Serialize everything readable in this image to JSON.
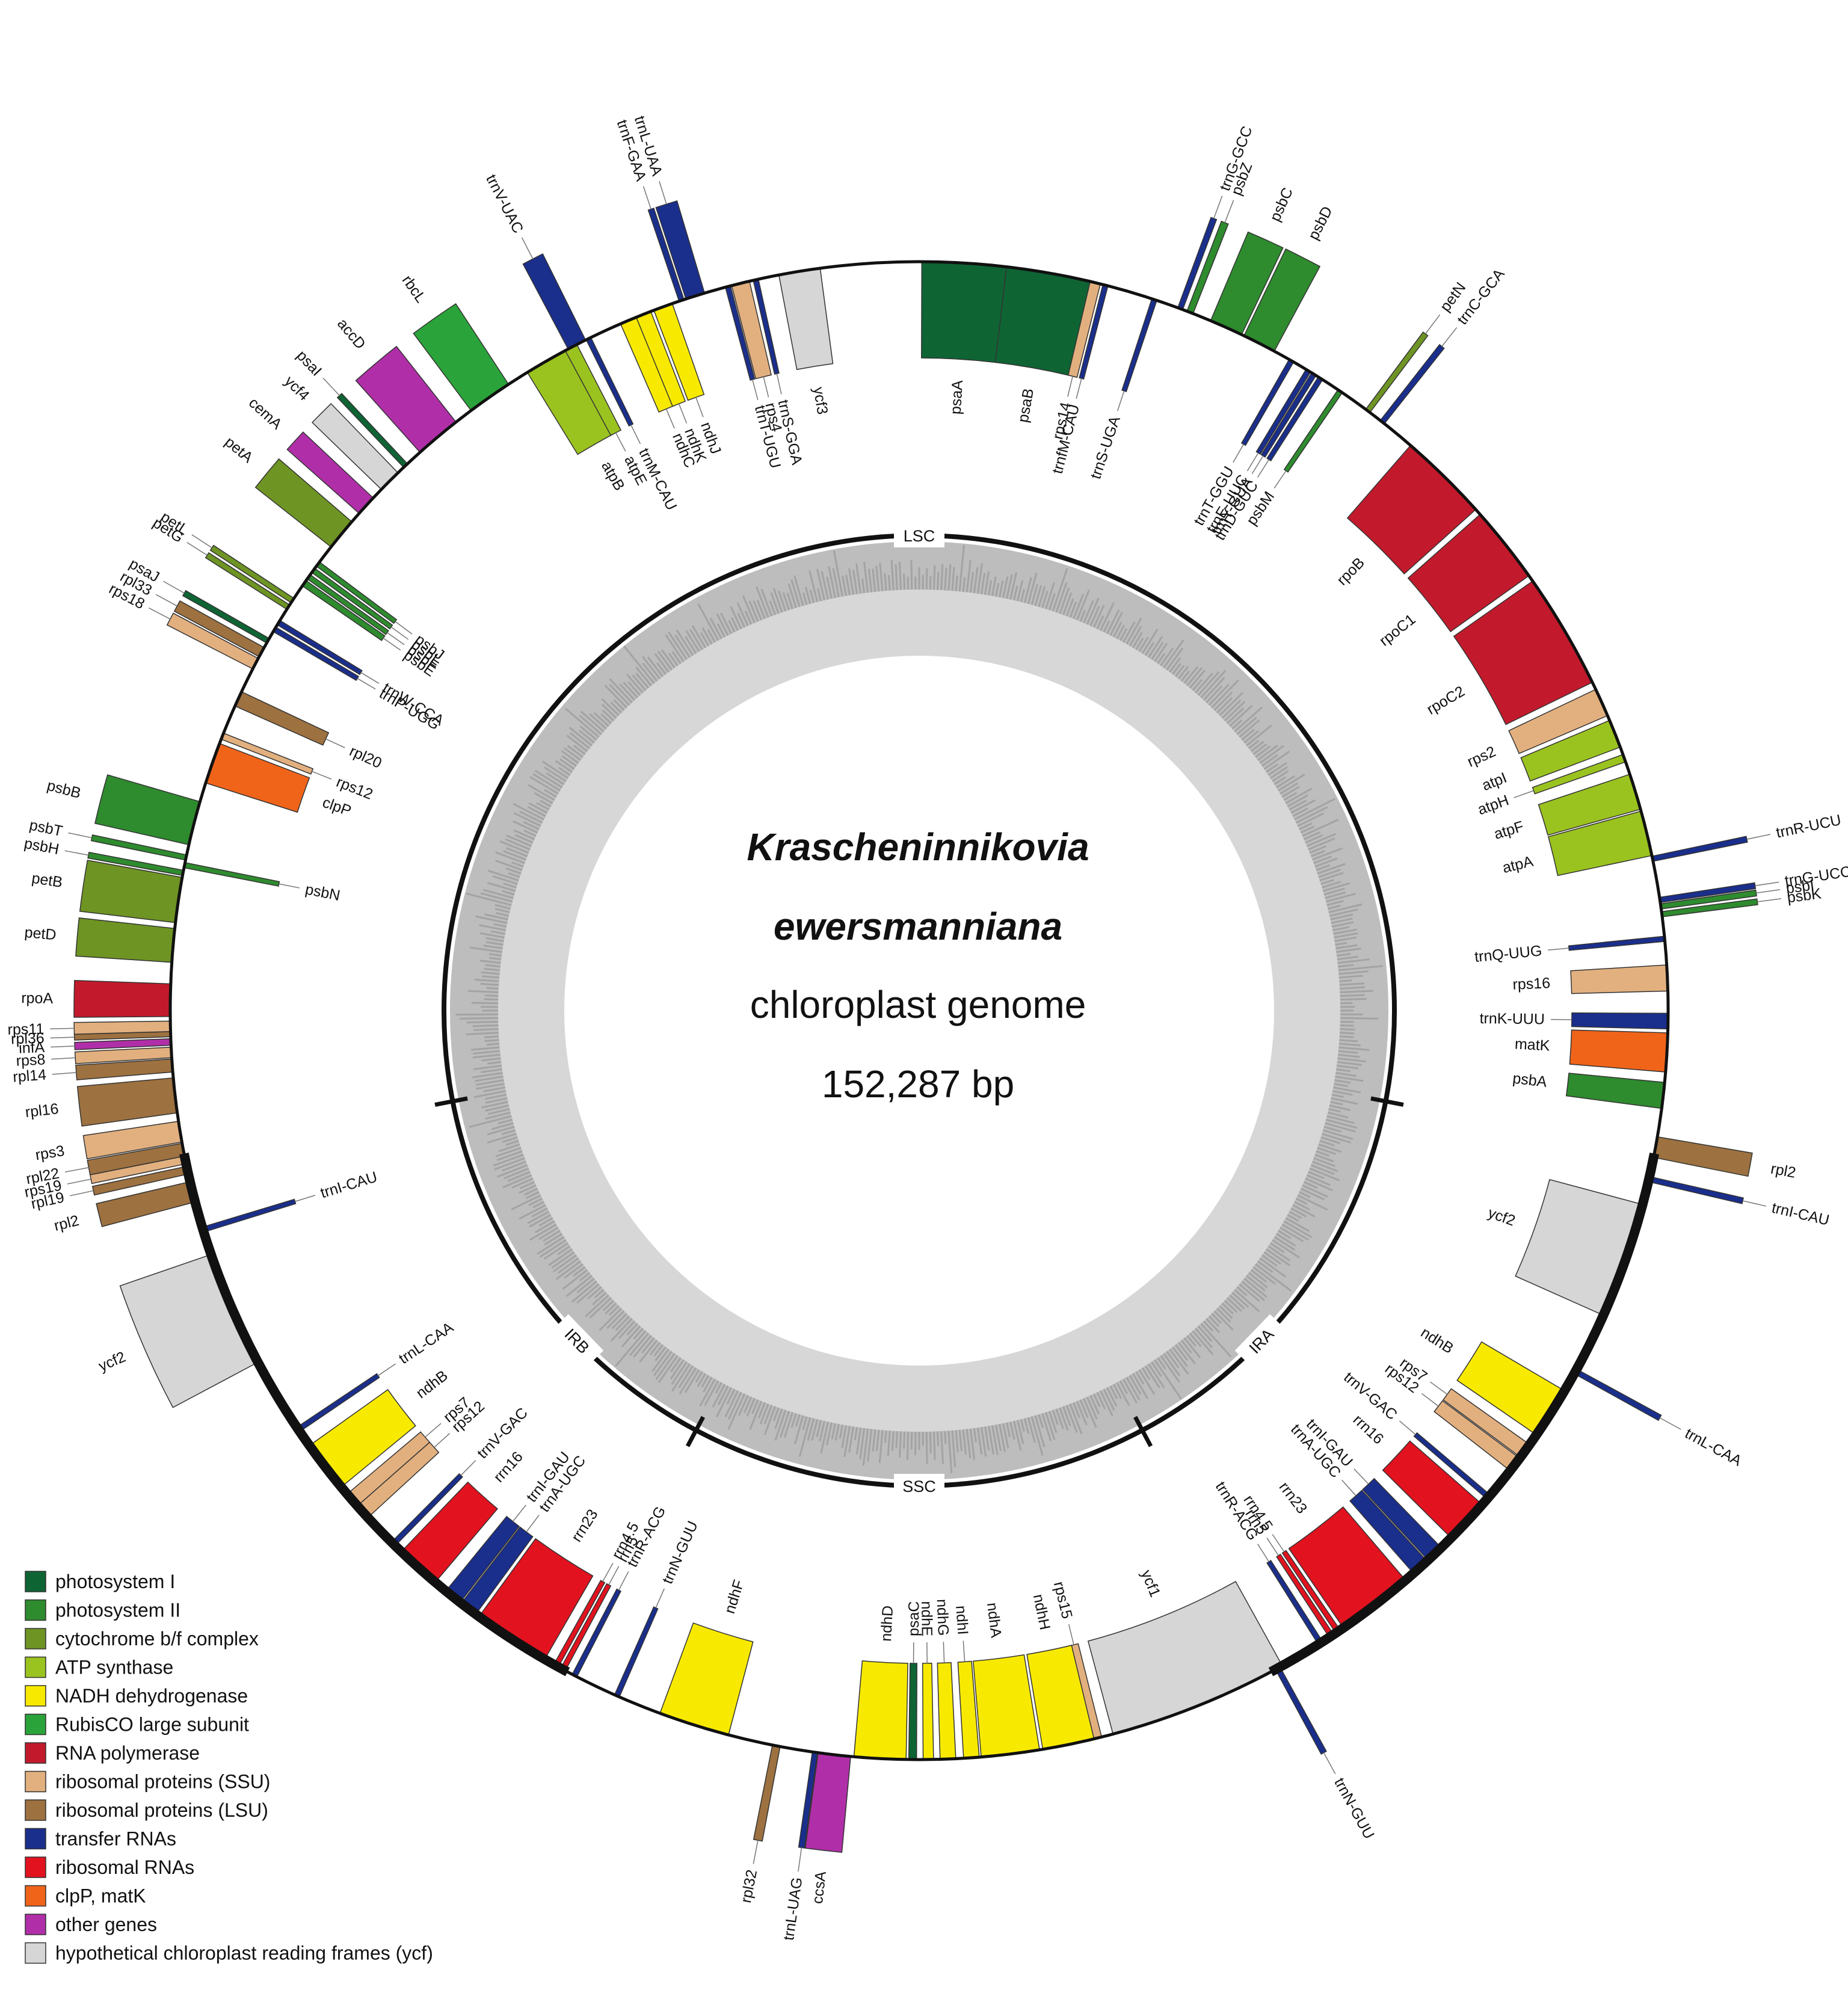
{
  "title": {
    "species_line1": "Krascheninnikovia",
    "species_line2": "ewersmanniana",
    "subtitle": "chloroplast genome",
    "size": "152,287 bp"
  },
  "regions": [
    "LSC",
    "IRA",
    "SSC",
    "IRB"
  ],
  "legend": [
    {
      "label": "photosystem I",
      "color": "#0f6434"
    },
    {
      "label": "photosystem II",
      "color": "#2e8b2e"
    },
    {
      "label": "cytochrome b/f complex",
      "color": "#6e9424"
    },
    {
      "label": "ATP synthase",
      "color": "#9bc31f"
    },
    {
      "label": "NADH dehydrogenase",
      "color": "#f7ea00"
    },
    {
      "label": "RubisCO large subunit",
      "color": "#2aa43a"
    },
    {
      "label": "RNA polymerase",
      "color": "#c21a2c"
    },
    {
      "label": "ribosomal proteins (SSU)",
      "color": "#e2b07f"
    },
    {
      "label": "ribosomal proteins (LSU)",
      "color": "#9d7140"
    },
    {
      "label": "transfer RNAs",
      "color": "#1a2e8c"
    },
    {
      "label": "ribosomal RNAs",
      "color": "#e2121f"
    },
    {
      "label": "clpP, matK",
      "color": "#f0641a"
    },
    {
      "label": "other genes",
      "color": "#b02fa8"
    },
    {
      "label": "hypothetical chloroplast reading frames (ycf)",
      "color": "#d6d6d6"
    }
  ],
  "genes": [
    {
      "name": "trnG-GCC",
      "cat": "transfer RNAs",
      "side": "out",
      "a": 20.4,
      "w": 0.4
    },
    {
      "name": "psbZ",
      "cat": "photosystem II",
      "side": "out",
      "a": 21.2,
      "w": 0.5
    },
    {
      "name": "psbC",
      "cat": "photosystem II",
      "side": "out",
      "a": 24.2,
      "w": 2.6
    },
    {
      "name": "psbD",
      "cat": "photosystem II",
      "side": "out",
      "a": 27.0,
      "w": 2.6
    },
    {
      "name": "trnT-GGU",
      "cat": "transfer RNAs",
      "side": "in",
      "a": 29.8,
      "w": 0.4
    },
    {
      "name": "trnE-UUC",
      "cat": "transfer RNAs",
      "side": "in",
      "a": 31.3,
      "w": 0.4
    },
    {
      "name": "trnY-GUA",
      "cat": "transfer RNAs",
      "side": "in",
      "a": 31.8,
      "w": 0.4
    },
    {
      "name": "trnD-GUC",
      "cat": "transfer RNAs",
      "side": "in",
      "a": 32.4,
      "w": 0.4
    },
    {
      "name": "psbM",
      "cat": "photosystem II",
      "side": "in",
      "a": 34.2,
      "w": 0.4
    },
    {
      "name": "petN",
      "cat": "cytochrome b/f complex",
      "side": "out",
      "a": 36.8,
      "w": 0.4
    },
    {
      "name": "trnC-GCA",
      "cat": "transfer RNAs",
      "side": "out",
      "a": 38.2,
      "w": 0.4
    },
    {
      "name": "rpoB",
      "cat": "RNA polymerase",
      "side": "in",
      "a": 44.5,
      "w": 7.0
    },
    {
      "name": "rpoC1",
      "cat": "RNA polymerase",
      "side": "in",
      "a": 51.5,
      "w": 6.0
    },
    {
      "name": "rpoC2",
      "cat": "RNA polymerase",
      "side": "in",
      "a": 59.5,
      "w": 9.0
    },
    {
      "name": "rps2",
      "cat": "ribosomal proteins (SSU)",
      "side": "in",
      "a": 65.7,
      "w": 2.2
    },
    {
      "name": "atpI",
      "cat": "ATP synthase",
      "side": "in",
      "a": 68.3,
      "w": 2.2
    },
    {
      "name": "atpH",
      "cat": "ATP synthase",
      "side": "in",
      "a": 70.3,
      "w": 0.6
    },
    {
      "name": "atpF",
      "cat": "ATP synthase",
      "side": "in",
      "a": 73.0,
      "w": 2.8
    },
    {
      "name": "atpA",
      "cat": "ATP synthase",
      "side": "in",
      "a": 76.3,
      "w": 3.5
    },
    {
      "name": "trnR-UCU",
      "cat": "transfer RNAs",
      "side": "out",
      "a": 78.3,
      "w": 0.4
    },
    {
      "name": "trnG-UCC",
      "cat": "transfer RNAs",
      "side": "out",
      "a": 81.5,
      "w": 0.4
    },
    {
      "name": "psbI",
      "cat": "photosystem II",
      "side": "out",
      "a": 82.0,
      "w": 0.4
    },
    {
      "name": "psbK",
      "cat": "photosystem II",
      "side": "out",
      "a": 82.6,
      "w": 0.4
    },
    {
      "name": "trnQ-UUG",
      "cat": "transfer RNAs",
      "side": "in",
      "a": 84.5,
      "w": 0.4
    },
    {
      "name": "rps16",
      "cat": "ribosomal proteins (SSU)",
      "side": "in",
      "a": 87.5,
      "w": 2.0
    },
    {
      "name": "trnK-UUU",
      "cat": "transfer RNAs",
      "side": "in",
      "a": 90.8,
      "w": 1.2
    },
    {
      "name": "matK",
      "cat": "clpP, matK",
      "side": "in",
      "a": 93.2,
      "w": 3.0
    },
    {
      "name": "psbA",
      "cat": "photosystem II",
      "side": "in",
      "a": 96.5,
      "w": 2.0
    },
    {
      "name": "rpl2",
      "cat": "ribosomal proteins (LSU)",
      "side": "out",
      "a": 100.5,
      "w": 1.6
    },
    {
      "name": "trnI-CAU",
      "cat": "transfer RNAs",
      "side": "out",
      "a": 103.0,
      "w": 0.4
    },
    {
      "name": "ycf2",
      "cat": "hypothetical chloroplast reading frames (ycf)",
      "side": "in",
      "a": 109.5,
      "w": 9.0
    },
    {
      "name": "trnL-CAA",
      "cat": "transfer RNAs",
      "side": "out",
      "a": 118.8,
      "w": 0.4
    },
    {
      "name": "ndhB",
      "cat": "NADH dehydrogenase",
      "side": "in",
      "a": 122.5,
      "w": 4.0
    },
    {
      "name": "rps7",
      "cat": "ribosomal proteins (SSU)",
      "side": "in",
      "a": 126.0,
      "w": 1.2
    },
    {
      "name": "rps12",
      "cat": "ribosomal proteins (SSU)",
      "side": "in",
      "a": 127.3,
      "w": 1.2
    },
    {
      "name": "trnV-GAC",
      "cat": "transfer RNAs",
      "side": "in",
      "a": 130.5,
      "w": 0.4
    },
    {
      "name": "rrn16",
      "cat": "ribosomal RNAs",
      "side": "in",
      "a": 133.0,
      "w": 3.5
    },
    {
      "name": "trnI-GAU",
      "cat": "transfer RNAs",
      "side": "in",
      "a": 136.5,
      "w": 1.4
    },
    {
      "name": "trnA-UGC",
      "cat": "transfer RNAs",
      "side": "in",
      "a": 138.0,
      "w": 1.4
    },
    {
      "name": "rrn23",
      "cat": "ribosomal RNAs",
      "side": "in",
      "a": 142.5,
      "w": 6.0
    },
    {
      "name": "rrn4.5",
      "cat": "ribosomal RNAs",
      "side": "in",
      "a": 146.0,
      "w": 0.4
    },
    {
      "name": "rrn5",
      "cat": "ribosomal RNAs",
      "side": "in",
      "a": 146.6,
      "w": 0.4
    },
    {
      "name": "trnR-ACG",
      "cat": "transfer RNAs",
      "side": "in",
      "a": 147.6,
      "w": 0.4
    },
    {
      "name": "trnN-GUU",
      "cat": "transfer RNAs",
      "side": "out",
      "a": 151.4,
      "w": 0.4
    },
    {
      "name": "ycf1",
      "cat": "hypothetical chloroplast reading frames (ycf)",
      "side": "in",
      "a": 158.0,
      "w": 14.0
    },
    {
      "name": "rps15",
      "cat": "ribosomal proteins (SSU)",
      "side": "in",
      "a": 166.3,
      "w": 0.8
    },
    {
      "name": "ndhH",
      "cat": "NADH dehydrogenase",
      "side": "in",
      "a": 168.5,
      "w": 4.0
    },
    {
      "name": "ndhA",
      "cat": "NADH dehydrogenase",
      "side": "in",
      "a": 173.0,
      "w": 4.5
    },
    {
      "name": "ndhI",
      "cat": "NADH dehydrogenase",
      "side": "in",
      "a": 176.0,
      "w": 1.2
    },
    {
      "name": "ndhG",
      "cat": "NADH dehydrogenase",
      "side": "in",
      "a": 177.8,
      "w": 1.2
    },
    {
      "name": "ndhE",
      "cat": "NADH dehydrogenase",
      "side": "in",
      "a": 179.3,
      "w": 0.8
    },
    {
      "name": "psaC",
      "cat": "photosystem I",
      "side": "in",
      "a": 180.5,
      "w": 0.6
    },
    {
      "name": "ndhD",
      "cat": "NADH dehydrogenase",
      "side": "in",
      "a": 183.0,
      "w": 4.0
    },
    {
      "name": "ccsA",
      "cat": "other genes",
      "side": "out",
      "a": 186.5,
      "w": 2.5
    },
    {
      "name": "trnL-UAG",
      "cat": "transfer RNAs",
      "side": "out",
      "a": 188.0,
      "w": 0.4
    },
    {
      "name": "rpl32",
      "cat": "ribosomal proteins (LSU)",
      "side": "out",
      "a": 191.0,
      "w": 0.6
    },
    {
      "name": "ndhF",
      "cat": "NADH dehydrogenase",
      "side": "in",
      "a": 197.5,
      "w": 5.5
    },
    {
      "name": "trnN-GUU",
      "cat": "transfer RNAs",
      "side": "in",
      "a": 203.8,
      "w": 0.4
    },
    {
      "name": "trnR-ACG",
      "cat": "transfer RNAs",
      "side": "in",
      "a": 207.4,
      "w": 0.4
    },
    {
      "name": "rrn5",
      "cat": "ribosomal RNAs",
      "side": "in",
      "a": 208.4,
      "w": 0.4
    },
    {
      "name": "rrn4.5",
      "cat": "ribosomal RNAs",
      "side": "in",
      "a": 209.0,
      "w": 0.4
    },
    {
      "name": "rrn23",
      "cat": "ribosomal RNAs",
      "side": "in",
      "a": 213.0,
      "w": 6.0
    },
    {
      "name": "trnA-UGC",
      "cat": "transfer RNAs",
      "side": "in",
      "a": 217.0,
      "w": 1.4
    },
    {
      "name": "trnI-GAU",
      "cat": "transfer RNAs",
      "side": "in",
      "a": 218.5,
      "w": 1.4
    },
    {
      "name": "rrn16",
      "cat": "ribosomal RNAs",
      "side": "in",
      "a": 222.0,
      "w": 3.5
    },
    {
      "name": "trnV-GAC",
      "cat": "transfer RNAs",
      "side": "in",
      "a": 224.6,
      "w": 0.4
    },
    {
      "name": "rps12",
      "cat": "ribosomal proteins (SSU)",
      "side": "in",
      "a": 228.0,
      "w": 1.2
    },
    {
      "name": "rps7",
      "cat": "ribosomal proteins (SSU)",
      "side": "in",
      "a": 229.2,
      "w": 1.2
    },
    {
      "name": "ndhB",
      "cat": "NADH dehydrogenase",
      "side": "in",
      "a": 232.5,
      "w": 4.0
    },
    {
      "name": "trnL-CAA",
      "cat": "transfer RNAs",
      "side": "in",
      "a": 236.0,
      "w": 0.4
    },
    {
      "name": "ycf2",
      "cat": "hypothetical chloroplast reading frames (ycf)",
      "side": "out",
      "a": 246.5,
      "w": 9.0
    },
    {
      "name": "trnI-CAU",
      "cat": "transfer RNAs",
      "side": "in",
      "a": 253.0,
      "w": 0.4
    },
    {
      "name": "rpl2",
      "cat": "ribosomal proteins (LSU)",
      "side": "out",
      "a": 256.0,
      "w": 1.6
    },
    {
      "name": "rpl19",
      "cat": "ribosomal proteins (LSU)",
      "side": "out",
      "a": 257.7,
      "w": 0.6
    },
    {
      "name": "rps19",
      "cat": "ribosomal proteins (SSU)",
      "side": "out",
      "a": 258.5,
      "w": 0.6
    },
    {
      "name": "rpl22",
      "cat": "ribosomal proteins (LSU)",
      "side": "out",
      "a": 259.3,
      "w": 1.0
    },
    {
      "name": "rps3",
      "cat": "ribosomal proteins (SSU)",
      "side": "out",
      "a": 260.7,
      "w": 1.6
    },
    {
      "name": "rpl16",
      "cat": "ribosomal proteins (LSU)",
      "side": "out",
      "a": 263.5,
      "w": 2.7
    },
    {
      "name": "rpl14",
      "cat": "ribosomal proteins (LSU)",
      "side": "out",
      "a": 265.8,
      "w": 1.0
    },
    {
      "name": "rps8",
      "cat": "ribosomal proteins (SSU)",
      "side": "out",
      "a": 266.8,
      "w": 0.8
    },
    {
      "name": "infA",
      "cat": "other genes",
      "side": "out",
      "a": 267.6,
      "w": 0.5
    },
    {
      "name": "rpl36",
      "cat": "ribosomal proteins (LSU)",
      "side": "out",
      "a": 268.2,
      "w": 0.4
    },
    {
      "name": "rps11",
      "cat": "ribosomal proteins (SSU)",
      "side": "out",
      "a": 268.8,
      "w": 0.8
    },
    {
      "name": "rpoA",
      "cat": "RNA polymerase",
      "side": "out",
      "a": 270.8,
      "w": 2.5
    },
    {
      "name": "petD",
      "cat": "cytochrome b/f complex",
      "side": "out",
      "a": 275.0,
      "w": 2.6
    },
    {
      "name": "petB",
      "cat": "cytochrome b/f complex",
      "side": "out",
      "a": 278.5,
      "w": 3.5
    },
    {
      "name": "psbH",
      "cat": "photosystem II",
      "side": "out",
      "a": 280.6,
      "w": 0.4
    },
    {
      "name": "psbN",
      "cat": "photosystem II",
      "side": "in",
      "a": 281.2,
      "w": 0.4
    },
    {
      "name": "psbT",
      "cat": "photosystem II",
      "side": "out",
      "a": 281.8,
      "w": 0.4
    },
    {
      "name": "psbB",
      "cat": "photosystem II",
      "side": "out",
      "a": 284.5,
      "w": 3.4
    },
    {
      "name": "clpP",
      "cat": "clpP, matK",
      "side": "in",
      "a": 289.3,
      "w": 3.2
    },
    {
      "name": "rps12",
      "cat": "ribosomal proteins (SSU)",
      "side": "in",
      "a": 291.5,
      "w": 0.5
    },
    {
      "name": "rpl20",
      "cat": "ribosomal proteins (LSU)",
      "side": "in",
      "a": 294.6,
      "w": 1.2
    },
    {
      "name": "rps18",
      "cat": "ribosomal proteins (SSU)",
      "side": "out",
      "a": 297.6,
      "w": 0.9
    },
    {
      "name": "rpl33",
      "cat": "ribosomal proteins (LSU)",
      "side": "out",
      "a": 298.6,
      "w": 0.8
    },
    {
      "name": "psaJ",
      "cat": "photosystem I",
      "side": "out",
      "a": 299.6,
      "w": 0.4
    },
    {
      "name": "trnP-UGG",
      "cat": "transfer RNAs",
      "side": "in",
      "a": 300.6,
      "w": 0.4
    },
    {
      "name": "trnW-CCA",
      "cat": "transfer RNAs",
      "side": "in",
      "a": 301.2,
      "w": 0.4
    },
    {
      "name": "petG",
      "cat": "cytochrome b/f complex",
      "side": "out",
      "a": 302.6,
      "w": 0.4
    },
    {
      "name": "petL",
      "cat": "cytochrome b/f complex",
      "side": "out",
      "a": 303.2,
      "w": 0.4
    },
    {
      "name": "psbE",
      "cat": "photosystem II",
      "side": "in",
      "a": 304.8,
      "w": 0.5
    },
    {
      "name": "psbF",
      "cat": "photosystem II",
      "side": "in",
      "a": 305.4,
      "w": 0.4
    },
    {
      "name": "psbL",
      "cat": "photosystem II",
      "side": "in",
      "a": 306.0,
      "w": 0.4
    },
    {
      "name": "psbJ",
      "cat": "photosystem II",
      "side": "in",
      "a": 306.6,
      "w": 0.4
    },
    {
      "name": "petA",
      "cat": "cytochrome b/f complex",
      "side": "out",
      "a": 309.5,
      "w": 2.5
    },
    {
      "name": "cemA",
      "cat": "other genes",
      "side": "out",
      "a": 312.4,
      "w": 1.6
    },
    {
      "name": "ycf4",
      "cat": "hypothetical chloroplast reading frames (ycf)",
      "side": "out",
      "a": 315.0,
      "w": 1.8
    },
    {
      "name": "psaI",
      "cat": "photosystem I",
      "side": "out",
      "a": 316.7,
      "w": 0.4
    },
    {
      "name": "accD",
      "cat": "other genes",
      "side": "out",
      "a": 320.0,
      "w": 3.6
    },
    {
      "name": "rbcL",
      "cat": "RubisCO large subunit",
      "side": "out",
      "a": 325.0,
      "w": 3.5
    },
    {
      "name": "atpB",
      "cat": "ATP synthase",
      "side": "in",
      "a": 330.2,
      "w": 3.5
    },
    {
      "name": "atpE",
      "cat": "ATP synthase",
      "side": "in",
      "a": 332.3,
      "w": 1.0
    },
    {
      "name": "trnV-UAC",
      "cat": "transfer RNAs",
      "side": "out",
      "a": 332.8,
      "w": 1.5
    },
    {
      "name": "trnM-CAU",
      "cat": "transfer RNAs",
      "side": "in",
      "a": 333.8,
      "w": 0.4
    },
    {
      "name": "ndhC",
      "cat": "NADH dehydrogenase",
      "side": "in",
      "a": 337.2,
      "w": 1.4
    },
    {
      "name": "ndhK",
      "cat": "NADH dehydrogenase",
      "side": "in",
      "a": 338.4,
      "w": 1.2
    },
    {
      "name": "ndhJ",
      "cat": "NADH dehydrogenase",
      "side": "in",
      "a": 340.0,
      "w": 1.5
    },
    {
      "name": "trnF-GAA",
      "cat": "transfer RNAs",
      "side": "out",
      "a": 341.5,
      "w": 0.4
    },
    {
      "name": "trnL-UAA",
      "cat": "transfer RNAs",
      "side": "out",
      "a": 342.6,
      "w": 1.5
    },
    {
      "name": "trnT-UGU",
      "cat": "transfer RNAs",
      "side": "in",
      "a": 345.2,
      "w": 0.4
    },
    {
      "name": "rps4",
      "cat": "ribosomal proteins (SSU)",
      "side": "in",
      "a": 346.2,
      "w": 1.4
    },
    {
      "name": "trnS-GGA",
      "cat": "transfer RNAs",
      "side": "in",
      "a": 347.4,
      "w": 0.4
    },
    {
      "name": "ycf3",
      "cat": "hypothetical chloroplast reading frames (ycf)",
      "side": "in",
      "a": 350.8,
      "w": 3.2
    },
    {
      "name": "psaA",
      "cat": "photosystem I",
      "side": "in",
      "a": 3.5,
      "w": 6.6
    },
    {
      "name": "psaB",
      "cat": "photosystem I",
      "side": "in",
      "a": 10.0,
      "w": 6.6
    },
    {
      "name": "rps14",
      "cat": "ribosomal proteins (SSU)",
      "side": "in",
      "a": 13.6,
      "w": 0.8
    },
    {
      "name": "trnfM-CAU",
      "cat": "transfer RNAs",
      "side": "in",
      "a": 14.4,
      "w": 0.4
    },
    {
      "name": "trnS-UGA",
      "cat": "transfer RNAs",
      "side": "in",
      "a": 18.3,
      "w": 0.4
    }
  ]
}
